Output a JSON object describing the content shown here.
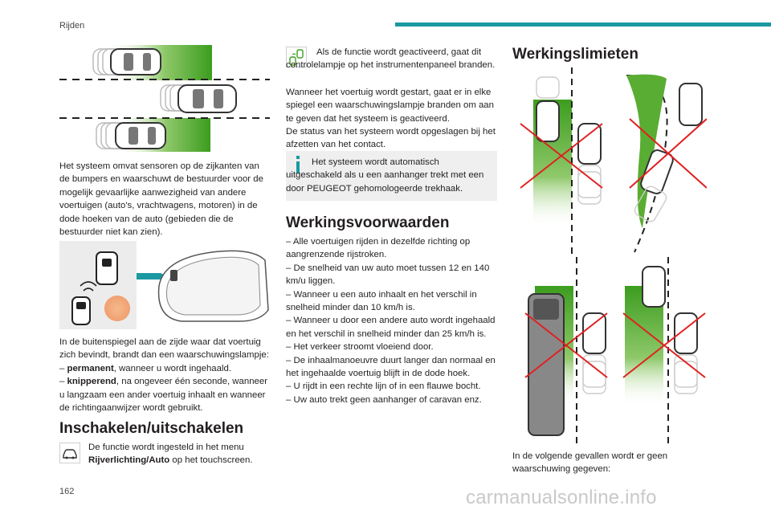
{
  "header": {
    "section": "Rijden"
  },
  "page_number": "162",
  "watermark": "carmanualsonline.info",
  "col1": {
    "intro": "Het systeem omvat sensoren op de zijkanten van de bumpers en waarschuwt de bestuurder voor de mogelijk gevaarlijke aanwezigheid van andere voertuigen (auto's, vrachtwagens, motoren) in de dode hoeken van de auto (gebieden die de bestuurder niet kan zien).",
    "mirror_lead": "In de buitenspiegel aan de zijde waar dat voertuig zich bevindt, brandt dan een waarschuwingslampje:",
    "item1_dash": "– ",
    "item1_bold": "permanent",
    "item1_rest": ", wanneer u wordt ingehaald.",
    "item2_dash": "– ",
    "item2_bold": "knipperend",
    "item2_rest": ", na ongeveer één seconde, wanneer u langzaam een ander voertuig inhaalt en wanneer de richtingaanwijzer wordt gebruikt.",
    "heading": "Inschakelen/uitschakelen",
    "menu_text_1": "De functie wordt ingesteld in het menu ",
    "menu_bold": "Rijverlichting/Auto",
    "menu_text_2": " op het touchscreen."
  },
  "col2": {
    "p1": "Als de functie wordt geactiveerd, gaat dit controlelampje op het instrumentenpaneel branden.",
    "p2": "Wanneer het voertuig wordt gestart, gaat er in elke spiegel een waarschuwingslampje branden om aan te geven dat het systeem is geactiveerd.",
    "p3": "De status van het systeem wordt opgeslagen bij het afzetten van het contact.",
    "info": "Het systeem wordt automatisch uitgeschakeld als u een aanhanger trekt met een door PEUGEOT gehomologeerde trekhaak.",
    "heading": "Werkingsvoorwaarden",
    "conditions": [
      "– Alle voertuigen rijden in dezelfde richting op aangrenzende rijstroken.",
      "– De snelheid van uw auto moet tussen 12 en 140 km/u liggen.",
      "– Wanneer u een auto inhaalt en het verschil in snelheid minder dan 10 km/h is.",
      "– Wanneer u door een andere auto wordt ingehaald en het verschil in snelheid minder dan 25 km/h is.",
      "– Het verkeer stroomt vloeiend door.",
      "– De inhaalmanoeuvre duurt langer dan normaal en het ingehaalde voertuig blijft in de dode hoek.",
      "– U rijdt in een rechte lijn of in een flauwe bocht.",
      "– Uw auto trekt geen aanhanger of caravan enz."
    ]
  },
  "col3": {
    "heading": "Werkingslimieten",
    "footer": "In de volgende gevallen wordt er geen waarschuwing gegeven:"
  },
  "colors": {
    "accent": "#1a99a2",
    "zone_green": "#3c9d1f",
    "cross_red": "#e02020"
  }
}
